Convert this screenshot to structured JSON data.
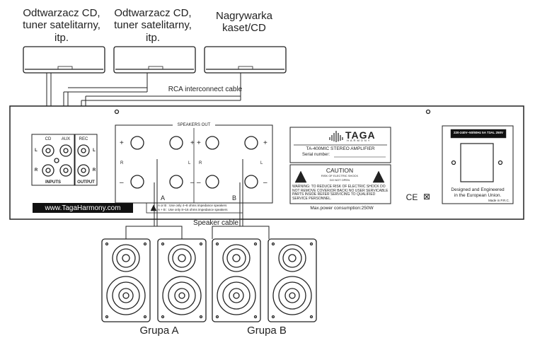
{
  "sources": [
    {
      "line1": "Odtwarzacz CD,",
      "line2": "tuner satelitarny,",
      "line3": "itp."
    },
    {
      "line1": "Odtwarzacz CD,",
      "line2": "tuner satelitarny,",
      "line3": "itp."
    },
    {
      "line1": "Nagrywarka",
      "line2": "kaset/CD",
      "line3": ""
    }
  ],
  "cables": {
    "rca": "RCA interconnect cable",
    "speaker": "Speaker cable"
  },
  "panel": {
    "inputs_label": "INPUTS",
    "output_label": "OUTPUT",
    "cd": "CD",
    "aux": "AUX",
    "rec": "REC",
    "L": "L",
    "R": "R",
    "website": "www.TagaHarmony.com",
    "speakers_out": "SPEAKERS OUT",
    "group_a": "A",
    "group_b": "B",
    "impedance_1": "A or B : Use only 4~8 ohms impedance speakers",
    "impedance_2": "A + B : Use only 8~16 ohms impedance speakers",
    "brand": "TAGA",
    "brand_sub": "HARMONY",
    "model": "TA-400MIC STEREO AMPLIFIER",
    "serial": "Serial number:",
    "caution": "CAUTION",
    "risk1": "RISK OF ELECTRIC SHOCK",
    "risk2": "DO NOT OPEN",
    "warning": "WARNING: TO REDUCE RISK OF ELECTRIC SHOCK DO NOT REMOVE COVER(OR BACK) NO USER SERVICABLE PARTS INSIDE REFER SERVICING TO QUALIFIED SERVICE PERSONNEL.",
    "power": "Max.power consumption:250W",
    "ce": "CE",
    "power_spec": "220-240V~50/60Hz 5A T3AL 250V",
    "designed1": "Designed and Engineered",
    "designed2": "in the European Union.",
    "made_in": "Made in P.R.C."
  },
  "groups": {
    "a": "Grupa A",
    "b": "Grupa B"
  }
}
